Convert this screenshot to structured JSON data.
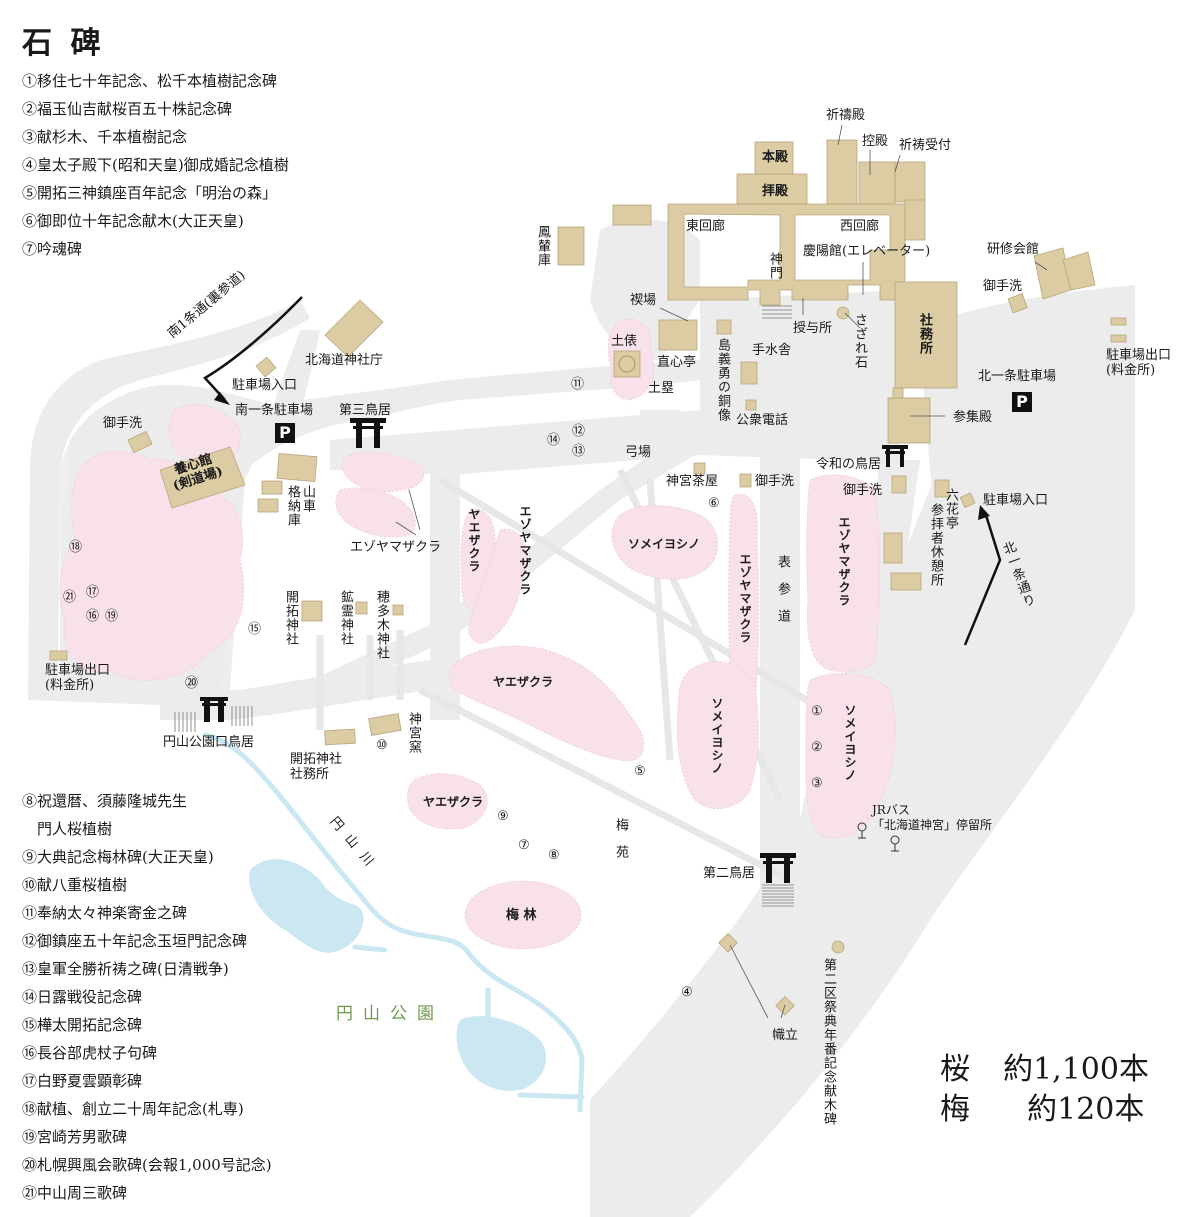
{
  "title": "石 碑",
  "legend_top": [
    "①移住七十年記念、松千本植樹記念碑",
    "②福玉仙吉献桜百五十株記念碑",
    "③献杉木、千本植樹記念",
    "④皇太子殿下(昭和天皇)御成婚記念植樹",
    "⑤開拓三神鎮座百年記念「明治の森」",
    "⑥御即位十年記念献木(大正天皇)",
    "⑦吟魂碑"
  ],
  "legend_bottom": [
    "⑧祝還暦、須藤隆城先生",
    "　門人桜植樹",
    "⑨大典記念梅林碑(大正天皇)",
    "⑩献八重桜植樹",
    "⑪奉納太々神楽寄金之碑",
    "⑫御鎮座五十年記念玉垣門記念碑",
    "⑬皇軍全勝祈祷之碑(日清戦争)",
    "⑭日露戦役記念碑",
    "⑮樺太開拓記念碑",
    "⑯長谷部虎杖子句碑",
    "⑰白野夏雲顕彰碑",
    "⑱献植、創立二十周年記念(札専)",
    "⑲宮崎芳男歌碑",
    "⑳札幌興風会歌碑(会報1,000号記念)",
    "㉑中山周三歌碑"
  ],
  "buildings": {
    "honden": "本殿",
    "haiden": "拝殿",
    "kitoden": "祈禱殿",
    "hikaeden": "控殿",
    "kito_uketsuke": "祈祷受付",
    "higashi_kairo": "東回廊",
    "nishi_kairo": "西回廊",
    "shinmon": "神門",
    "keiyokan": "慶陽館(エレベーター)",
    "juyosho": "授与所",
    "sazareishi": "さざれ石",
    "shamusho": "社務所",
    "sanshuden": "参集殿",
    "kensyukaikan": "研修会館",
    "temizu_ne": "御手洗",
    "horensha": "鳳輦庫",
    "misogiba": "禊場",
    "dohyo": "土俵",
    "jikishintei": "直心亭",
    "doroui": "土塁",
    "shima_statue": "島義勇の銅像",
    "temizusha": "手水舎",
    "public_phone": "公衆電話",
    "kyujo": "弓場",
    "jingu_chaya": "神宮茶屋",
    "temizu_center": "御手洗",
    "hokkaido_jinjacho": "北海道神社庁",
    "yoshinkan": "養心館\n(剣道場)",
    "temizu_west": "御手洗",
    "dashi_ko": "山車格納庫",
    "kaitaku_jinja": "開拓神社",
    "kozan_jinja": "鉱霊神社",
    "hotaki_jinja": "穂多木神社",
    "kaitaku_shamusho": "開拓神社\n社務所",
    "jingu_kama": "神宮窯",
    "rokkatei": "六花亭",
    "sanpaisha_kyukeisho": "参拝者休憩所",
    "temizu_reiwa": "御手洗",
    "nobori": "幟立",
    "second_district": "第二区祭典年番記念献木碑"
  },
  "torii": {
    "third": "第三鳥居",
    "reiwa": "令和の鳥居",
    "second": "第二鳥居",
    "maruyama": "円山公園口鳥居"
  },
  "parking": {
    "minami_name": "南一条駐車場",
    "minami_entrance": "駐車場入口",
    "kita_name": "北一条駐車場",
    "kita_entrance": "駐車場入口",
    "kita_exit": "駐車場出口\n(料金所)",
    "west_exit": "駐車場出口\n(料金所)",
    "p_symbol": "P"
  },
  "roads": {
    "minami1jo": "南1条通(裏参道)",
    "kita1jo": "北一条通り",
    "omotesando": "表参道",
    "maruyama_river": "円山川",
    "maruyama_park": "円山公園",
    "bus_stop": "JRバス\n「北海道神宮」停留所"
  },
  "trees": {
    "ezoyamazakura": "エゾヤマザクラ",
    "yaezakura": "ヤエザクラ",
    "someiyoshino": "ソメイヨシノ",
    "bai_en": "梅苑",
    "bairin": "梅 林"
  },
  "markers": [
    "①",
    "②",
    "③",
    "④",
    "⑤",
    "⑥",
    "⑦",
    "⑧",
    "⑨",
    "⑩",
    "⑪",
    "⑫",
    "⑬",
    "⑭",
    "⑮",
    "⑯",
    "⑰",
    "⑱",
    "⑲",
    "⑳",
    "㉑"
  ],
  "stats": {
    "sakura_label": "桜",
    "sakura_count": "約1,100本",
    "ume_label": "梅",
    "ume_count": "約120本"
  },
  "colors": {
    "building": "#dccca3",
    "building_stroke": "#b8a67c",
    "road": "#ebeceb",
    "sakura": "#f8e1ea",
    "water": "#cbe7f2",
    "park_text": "#6f9a4c",
    "torii": "#111111"
  }
}
